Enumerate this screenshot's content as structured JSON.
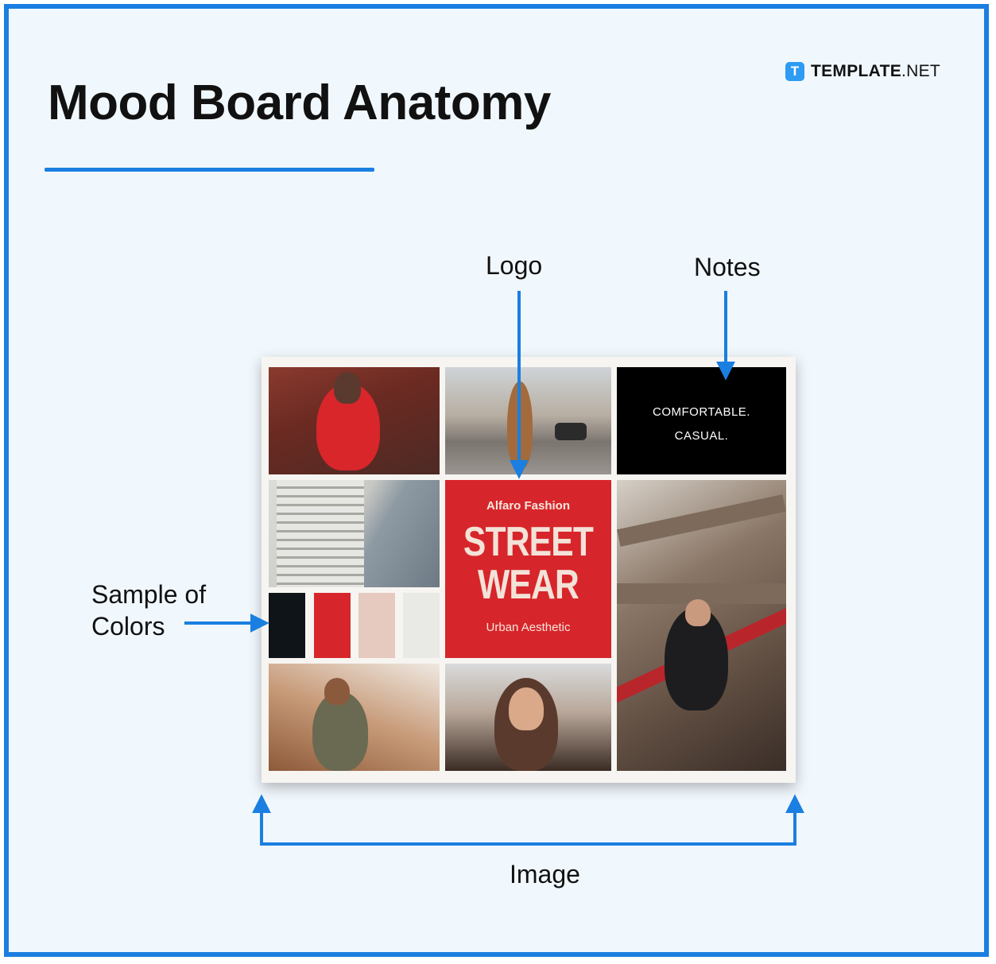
{
  "title": "Mood Board Anatomy",
  "brand": {
    "icon": "T",
    "name_bold": "TEMPLATE",
    "name_light": ".NET"
  },
  "labels": {
    "logo": "Logo",
    "notes": "Notes",
    "sample_line1": "Sample of",
    "sample_line2": "Colors",
    "image": "Image"
  },
  "board": {
    "notes_line1": "COMFORTABLE.",
    "notes_line2": "CASUAL.",
    "logo_brand": "Alfaro Fashion",
    "logo_line1": "STREET",
    "logo_line2": "WEAR",
    "logo_tagline": "Urban Aesthetic",
    "swatches": [
      "#0e1418",
      "#d7262b",
      "#e6c9bf",
      "#e9e9e5"
    ]
  },
  "colors": {
    "accent": "#1a7fe0",
    "background": "#f1f8fd"
  }
}
